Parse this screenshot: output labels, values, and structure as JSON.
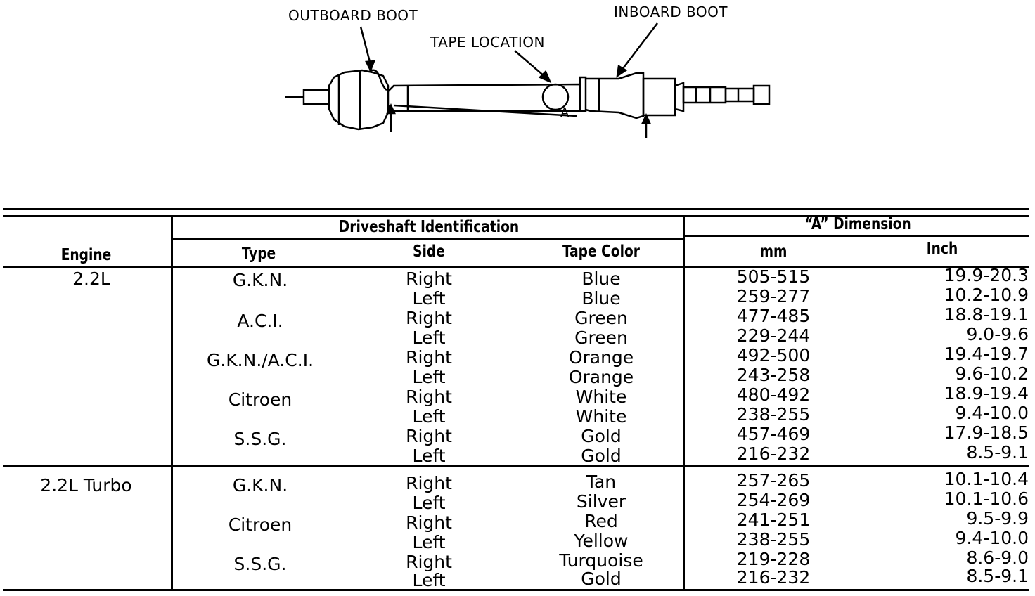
{
  "diagram": {
    "labels": {
      "outboard_boot": "OUTBOARD BOOT",
      "inboard_boot": "INBOARD BOOT",
      "tape_location": "TAPE LOCATION",
      "dimension_marker": "A"
    }
  },
  "table": {
    "headers": {
      "engine": "Engine",
      "driveshaft_identification": "Driveshaft Identification",
      "a_dimension": "“A” Dimension",
      "type": "Type",
      "side": "Side",
      "tape_color": "Tape Color",
      "mm": "mm",
      "inch": "Inch"
    },
    "groups": [
      {
        "engine": "2.2L",
        "rows": [
          {
            "type": "G.K.N.",
            "side": "Right",
            "tape_color": "Blue",
            "mm": "505-515",
            "inch": "19.9-20.3"
          },
          {
            "type": "",
            "side": "Left",
            "tape_color": "Blue",
            "mm": "259-277",
            "inch": "10.2-10.9"
          },
          {
            "type": "A.C.I.",
            "side": "Right",
            "tape_color": "Green",
            "mm": "477-485",
            "inch": "18.8-19.1"
          },
          {
            "type": "",
            "side": "Left",
            "tape_color": "Green",
            "mm": "229-244",
            "inch": "9.0-9.6"
          },
          {
            "type": "G.K.N./A.C.I.",
            "side": "Right",
            "tape_color": "Orange",
            "mm": "492-500",
            "inch": "19.4-19.7"
          },
          {
            "type": "",
            "side": "Left",
            "tape_color": "Orange",
            "mm": "243-258",
            "inch": "9.6-10.2"
          },
          {
            "type": "Citroen",
            "side": "Right",
            "tape_color": "White",
            "mm": "480-492",
            "inch": "18.9-19.4"
          },
          {
            "type": "",
            "side": "Left",
            "tape_color": "White",
            "mm": "238-255",
            "inch": "9.4-10.0"
          },
          {
            "type": "S.S.G.",
            "side": "Right",
            "tape_color": "Gold",
            "mm": "457-469",
            "inch": "17.9-18.5"
          },
          {
            "type": "",
            "side": "Left",
            "tape_color": "Gold",
            "mm": "216-232",
            "inch": "8.5-9.1"
          }
        ]
      },
      {
        "engine": "2.2L Turbo",
        "rows": [
          {
            "type": "G.K.N.",
            "side": "Right",
            "tape_color": "Tan",
            "mm": "257-265",
            "inch": "10.1-10.4"
          },
          {
            "type": "",
            "side": "Left",
            "tape_color": "Silver",
            "mm": "254-269",
            "inch": "10.1-10.6"
          },
          {
            "type": "Citroen",
            "side": "Right",
            "tape_color": "Red",
            "mm": "241-251",
            "inch": "9.5-9.9"
          },
          {
            "type": "",
            "side": "Left",
            "tape_color": "Yellow",
            "mm": "238-255",
            "inch": "9.4-10.0"
          },
          {
            "type": "S.S.G.",
            "side": "Right",
            "tape_color": "Turquoise",
            "mm": "219-228",
            "inch": "8.6-9.0"
          },
          {
            "type": "",
            "side": "Left",
            "tape_color": "Gold",
            "mm": "216-232",
            "inch": "8.5-9.1"
          }
        ]
      }
    ]
  }
}
